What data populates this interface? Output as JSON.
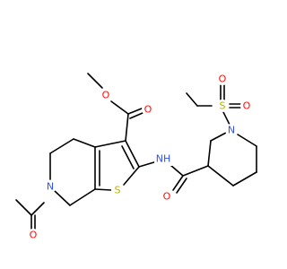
{
  "colors": {
    "carbon": "#000000",
    "oxygen": "#ff0d0d",
    "nitrogen": "#3050f8",
    "sulfur": "#b8b000",
    "background": "#ffffff"
  },
  "atom_labels": {
    "ester_carbonyl_o": "O",
    "ester_ether_o": "O",
    "acetyl_o": "O",
    "ring_n": "N",
    "thiophene_s": "S",
    "amide_nh": "NH",
    "amide_o": "O",
    "piperidine_n": "N",
    "sulfonyl_s": "S",
    "sulfonyl_o_top": "O",
    "sulfonyl_o_bottom": "O"
  }
}
